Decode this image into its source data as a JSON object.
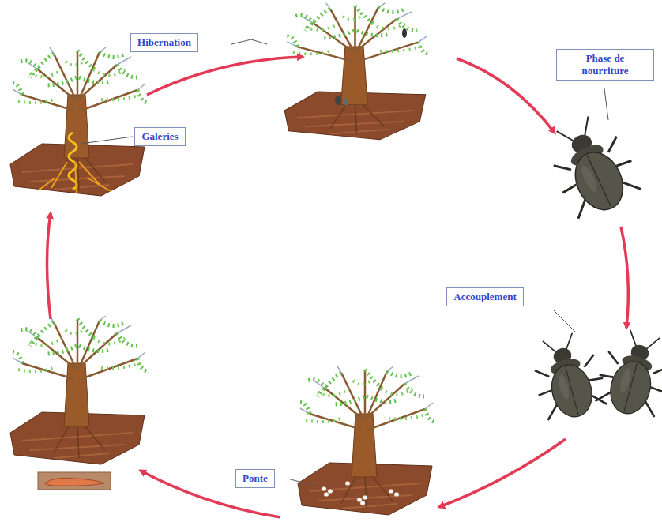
{
  "diagram": {
    "nodes": [
      {
        "text": [
          "Hibernation"
        ]
      },
      {
        "text": [
          "Galeries"
        ]
      },
      {
        "text": [
          "Phase de nourriture"
        ]
      },
      {
        "text": [
          "Accouplement"
        ]
      },
      {
        "text": [
          "Ponte"
        ]
      }
    ]
  }
}
